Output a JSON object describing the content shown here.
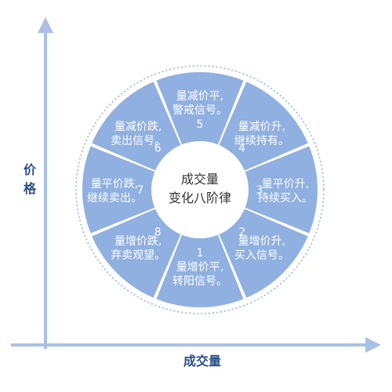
{
  "axes": {
    "y_label": "价格",
    "x_label": "成交量"
  },
  "center": {
    "line1": "成交量",
    "line2": "变化八阶律"
  },
  "segments": [
    {
      "number": "5",
      "line1": "量减价平,",
      "line2": "警戒信号。"
    },
    {
      "number": "4",
      "line1": "量减价升,",
      "line2": "继续持有。"
    },
    {
      "number": "3",
      "line1": "量平价升,",
      "line2": "持续买入。"
    },
    {
      "number": "2",
      "line1": "量增价升,",
      "line2": "买入信号。"
    },
    {
      "number": "1",
      "line1": "量增价平,",
      "line2": "转阳信号。"
    },
    {
      "number": "8",
      "line1": "量增价跌,",
      "line2": "弃卖观望。"
    },
    {
      "number": "7",
      "line1": "量平价跌,",
      "line2": "继续卖出。"
    },
    {
      "number": "6",
      "line1": "量减价跌,",
      "line2": "卖出信号。"
    }
  ],
  "colors": {
    "axis": "#a9c1e6",
    "segment": "#8fb0e0",
    "ring_border": "#8fb0e0",
    "center_fill": "#ffffff",
    "axis_label": "#2c4f86"
  }
}
